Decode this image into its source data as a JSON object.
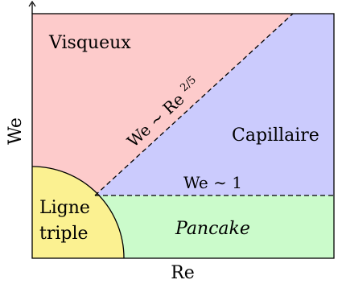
{
  "axes": {
    "x_label": "Re",
    "y_label": "We"
  },
  "regions": {
    "visqueux": "Visqueux",
    "capillaire": "Capillaire",
    "pancake": "Pancake",
    "ligne_line1": "Ligne",
    "ligne_line2": "triple"
  },
  "boundaries": {
    "diagonal_label_prefix": "We ∼ Re",
    "diagonal_label_exponent": "2/5",
    "horizontal_label": "We ∼ 1"
  },
  "colors": {
    "visqueux": "#fdcbcb",
    "capillaire": "#cbcbfd",
    "pancake": "#cbfbcb",
    "ligne_triple": "#fbf191",
    "border": "#000000"
  }
}
